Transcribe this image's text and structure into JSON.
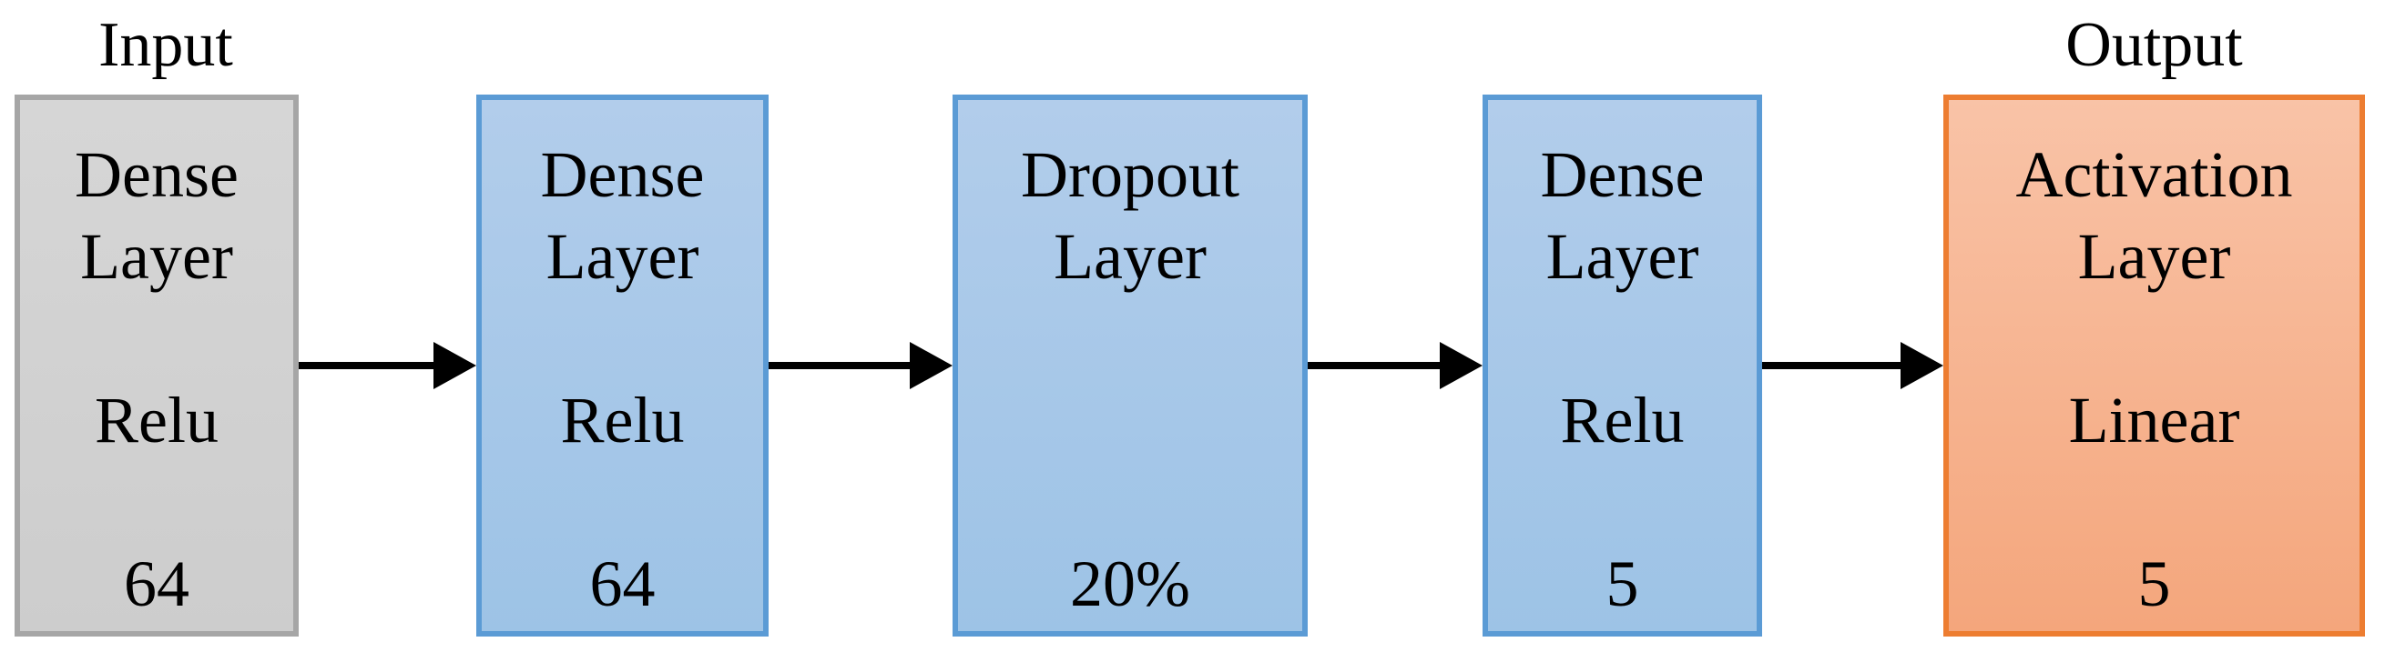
{
  "figure": {
    "description": "Neural network architecture flow diagram",
    "input_label": "Input",
    "output_label": "Output",
    "nodes": [
      {
        "id": "input-dense-layer",
        "role": "input",
        "fill": "gray",
        "lines": [
          "Dense",
          "Layer",
          "",
          "Relu",
          "",
          "64"
        ]
      },
      {
        "id": "hidden-dense-layer",
        "role": "hidden",
        "fill": "blue",
        "lines": [
          "Dense",
          "Layer",
          "",
          "Relu",
          "",
          "64"
        ]
      },
      {
        "id": "dropout-layer",
        "role": "hidden",
        "fill": "blue",
        "lines": [
          "Dropout",
          "Layer",
          "",
          "",
          "",
          "20%"
        ]
      },
      {
        "id": "hidden-dense-layer-2",
        "role": "hidden",
        "fill": "blue",
        "lines": [
          "Dense",
          "Layer",
          "",
          "Relu",
          "",
          "5"
        ]
      },
      {
        "id": "output-activation-layer",
        "role": "output",
        "fill": "orange",
        "lines": [
          "Activation",
          "Layer",
          "",
          "Linear",
          "",
          "5"
        ]
      }
    ],
    "colors": {
      "gray_fill": "#d2d2d2",
      "gray_border": "#a6a6a6",
      "blue_fill": "#a8c6e8",
      "blue_border": "#5b9bd5",
      "orange_fill": "#f7b28a",
      "orange_border": "#ed7d31",
      "arrow": "#000000",
      "text": "#000000",
      "background": "#ffffff"
    }
  }
}
